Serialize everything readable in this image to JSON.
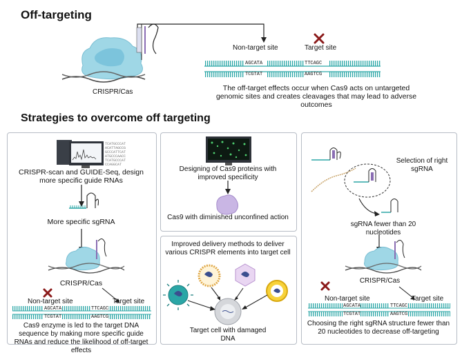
{
  "top": {
    "title": "Off-targeting",
    "crispr_label": "CRISPR/Cas",
    "non_target_label": "Non-target site",
    "target_label": "Target site",
    "seq_top_a": "AGCATA",
    "seq_bot_a": "TCGTAT",
    "seq_top_b": "TTCAGC",
    "seq_bot_b": "AAGTCG",
    "description": "The off-target effects occur when Cas9 acts on untargeted genomic sites and creates cleavages that may lead to adverse outcomes"
  },
  "strategies_title": "Strategies to overcome off targeting",
  "panel_left": {
    "design_text": "CRISPR-scan and GUIDE-Seq, design more specific guide RNAs",
    "sgrna_label": "More specific sgRNA",
    "crispr_label": "CRISPR/Cas",
    "non_target_label": "Non-target site",
    "target_label": "Target site",
    "seq_top_a": "AGCATA",
    "seq_bot_a": "TCGTAT",
    "seq_top_b": "TTCAGC",
    "seq_bot_b": "AAGTCG",
    "caption": "Cas9 enzyme is led to the target DNA sequence by making more specific guide RNAs and reduce the likelihood of off-target effects"
  },
  "panel_mid_top": {
    "design_text": "Designing of Cas9 proteins with improved specificity",
    "result_text": "Cas9 with diminished unconfined action"
  },
  "panel_mid_bottom": {
    "title": "Improved delivery methods to deliver various CRISPR elements into target cell",
    "cell_label": "Target cell with damaged DNA"
  },
  "panel_right": {
    "selection_text": "Selection of right sgRNA",
    "sgrna_text": "sgRNA fewer than 20 nucleotides",
    "crispr_label": "CRISPR/Cas",
    "non_target_label": "Non-target site",
    "target_label": "Target site",
    "seq_top_a": "AGCATA",
    "seq_bot_a": "TCGTAT",
    "seq_top_b": "TTCAGC",
    "seq_bot_b": "AAGTCG",
    "caption": "Choosing the right sgRNA structure fewer than 20 nucleotides to decrease off-targeting"
  },
  "colors": {
    "dna": "#2aa6a6",
    "cas": "#9fd7e6",
    "cross": "#8b1a1a",
    "panel_border": "#b6bcc5"
  }
}
